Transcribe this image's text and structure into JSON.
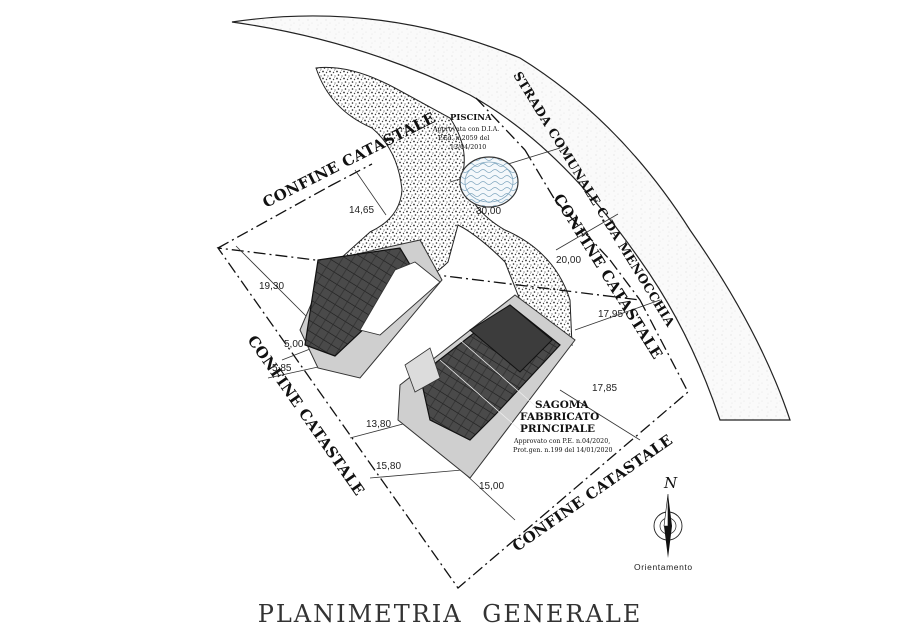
{
  "page_title": "PLANIMETRIA  GENERALE",
  "road_label": "STRADA COMUNALE C.DA MENOCCHIA",
  "boundary_label": "CONFINE CATASTALE",
  "pool": {
    "title": "PISCINA",
    "line1": "Approvata con D.I.A.",
    "line2": "P.Ed. n.2059 del",
    "line3": "13/04/2010"
  },
  "main_building": {
    "title1": "SAGOMA",
    "title2": "FABBRICATO",
    "title3": "PRINCIPALE",
    "note1": "Approvato con P.E. n.04/2020,",
    "note2": "Prot.gen. n.199 del 14/01/2020"
  },
  "dimensions": {
    "d_14_65": "14,65",
    "d_30_00": "30,00",
    "d_20_00": "20,00",
    "d_19_30": "19,30",
    "d_17_95": "17,95",
    "d_5_00": "5,00",
    "d_5_85": "5,85",
    "d_17_85": "17,85",
    "d_13_80": "13,80",
    "d_15_80": "15,80",
    "d_15_00": "15,00"
  },
  "compass": {
    "north_letter": "N",
    "label": "Orientamento"
  }
}
